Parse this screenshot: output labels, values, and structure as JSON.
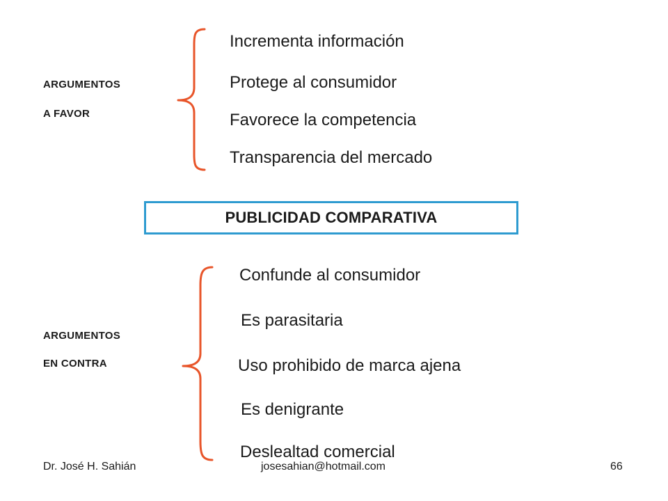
{
  "favor": {
    "label_line1": "ARGUMENTOS",
    "label_line2": "A FAVOR",
    "items": [
      "Incrementa información",
      "Protege al consumidor",
      "Favorece la competencia",
      "Transparencia del mercado"
    ]
  },
  "title": "PUBLICIDAD COMPARATIVA",
  "contra": {
    "label_line1": "ARGUMENTOS",
    "label_line2": "EN CONTRA",
    "items": [
      "Confunde al consumidor",
      "Es parasitaria",
      "Uso prohibido de marca ajena",
      "Es denigrante",
      "Deslealtad comercial"
    ]
  },
  "footer": {
    "author": "Dr. José H. Sahián",
    "email": "josesahian@hotmail.com",
    "page": "66"
  },
  "colors": {
    "brace": "#e8552a",
    "title_border": "#2e9bd0"
  }
}
